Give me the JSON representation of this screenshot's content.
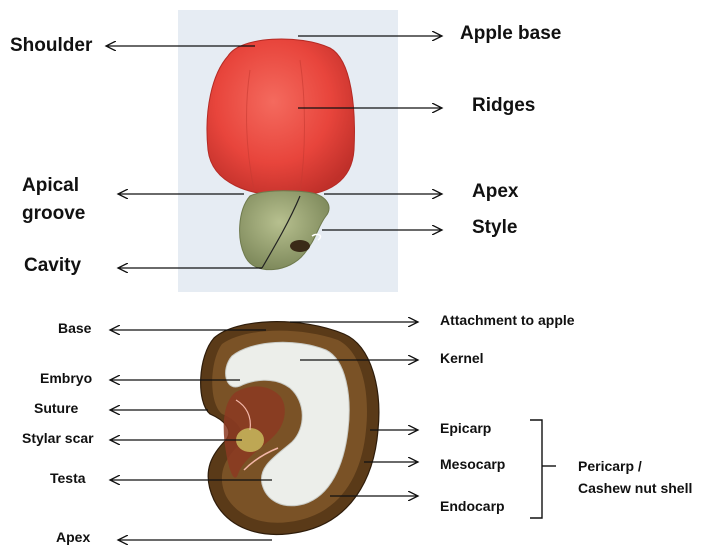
{
  "top_labels": {
    "shoulder": "Shoulder",
    "apple_base": "Apple base",
    "ridges": "Ridges",
    "apical_groove_1": "Apical",
    "apical_groove_2": "groove",
    "apex": "Apex",
    "style": "Style",
    "cavity": "Cavity"
  },
  "bottom_labels": {
    "base": "Base",
    "attachment": "Attachment to apple",
    "kernel": "Kernel",
    "embryo": "Embryo",
    "suture": "Suture",
    "stylar_scar": "Stylar scar",
    "testa": "Testa",
    "apex": "Apex",
    "epicarp": "Epicarp",
    "mesocarp": "Mesocarp",
    "endocarp": "Endocarp",
    "pericarp_1": "Pericarp /",
    "pericarp_2": "Cashew nut shell"
  },
  "colors": {
    "apple_red": "#e8453c",
    "nut_green": "#9aa77a",
    "shell_brown": "#5a3a18",
    "kernel_white": "#eceeea"
  }
}
